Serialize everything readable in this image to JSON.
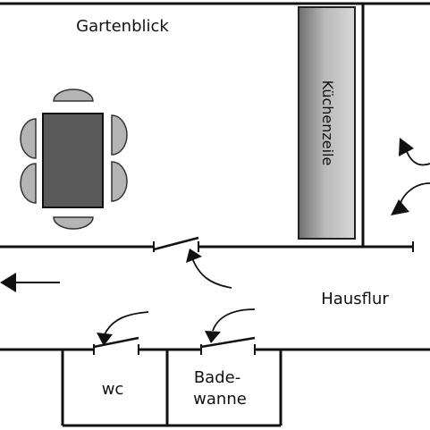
{
  "labels": {
    "room_main": "Gartenblick",
    "kitchen": "Küchenzeile",
    "hallway": "Hausflur",
    "wc": "wc",
    "bath_line1": "Bade-",
    "bath_line2": "wanne"
  },
  "colors": {
    "wall": "#111111",
    "table_fill": "#5a5a5a",
    "chair_fill": "#b4b4b4",
    "kitchen_dark": "#6e6e6e",
    "kitchen_light": "#d4d4d4"
  },
  "icons": {
    "exit_arrow": "arrow-left",
    "door_swing": "curved-arrow"
  }
}
